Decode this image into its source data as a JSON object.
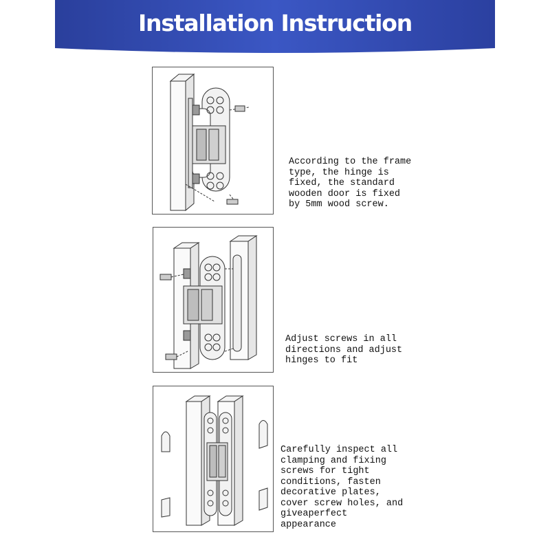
{
  "header": {
    "title": "Installation Instruction",
    "bg_colors": [
      "#2a3f9c",
      "#4a68d6"
    ]
  },
  "steps": [
    {
      "text": "According to the frame\ntype, the hinge is\nfixed, the standard\nwooden door is fixed\nby 5mm wood screw."
    },
    {
      "text": "Adjust screws in all\ndirections and adjust\nhinges to fit"
    },
    {
      "text": "Carefully inspect all\nclamping and fixing\nscrews for tight\nconditions, fasten\ndecorative plates,\ncover screw holes, and\ngiveaperfect\nappearance"
    }
  ]
}
